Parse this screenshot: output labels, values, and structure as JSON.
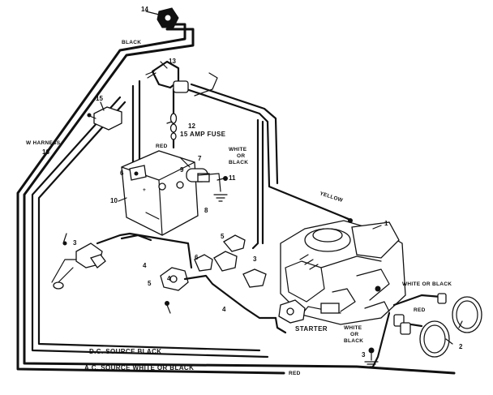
{
  "callouts": {
    "n1": "1",
    "n2": "2",
    "n3a": "3",
    "n3b": "3",
    "n3c": "3",
    "n4a": "4",
    "n4b": "4",
    "n4c": "4",
    "n5a": "5",
    "n5b": "5",
    "n6a": "6",
    "n6b": "6",
    "n7": "7",
    "n8": "8",
    "n9": "9",
    "n10": "10",
    "n11": "11",
    "n12": "12",
    "n13": "13",
    "n14": "14",
    "n15": "15",
    "n16": "16"
  },
  "labels": {
    "black_top": "BLACK",
    "fuse": "15 AMP FUSE",
    "red_fuse": "RED",
    "white_or_black_1": [
      "WHITE",
      "OR",
      "BLACK"
    ],
    "yellow": "YELLOW",
    "harness": "W HARNESS",
    "white_or_black_right": "WHITE OR BLACK",
    "red_right": "RED",
    "white_or_black_2": [
      "WHITE",
      "OR",
      "BLACK"
    ],
    "starter": "STARTER",
    "dc_source": "D.C. SOURCE   BLACK",
    "ac_source": "A.C. SOURCE   WHITE OR BLACK",
    "red_bottom": "RED"
  }
}
